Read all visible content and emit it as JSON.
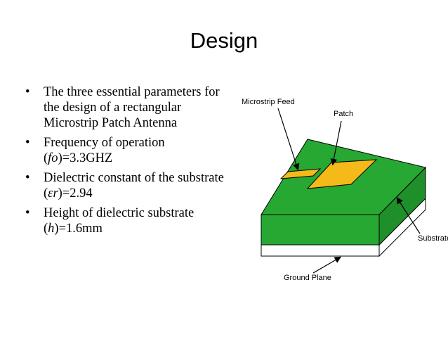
{
  "slide": {
    "title": "Design",
    "bullets": [
      {
        "pre": "The three essential parameters for the design of a rectangular Microstrip Patch Antenna",
        "var": "",
        "post": ""
      },
      {
        "pre": "Frequency of operation (",
        "var": "fo",
        "post": ")=3.3GHZ"
      },
      {
        "pre": "Dielectric constant of the substrate (",
        "var": "εr",
        "post": ")=2.94"
      },
      {
        "pre": "Height of dielectric substrate (",
        "var": "h",
        "post": ")=1.6mm"
      }
    ],
    "bullet_glyph": "•"
  },
  "diagram": {
    "labels": {
      "feed": "Microstrip Feed",
      "patch": "Patch",
      "substrate": "Substrate",
      "ground": "Ground Plane"
    },
    "colors": {
      "substrate": "#27a832",
      "substrate_side": "#1f8f2a",
      "patch": "#f6b91a",
      "ground": "#ffffff",
      "outline": "#000000"
    }
  }
}
